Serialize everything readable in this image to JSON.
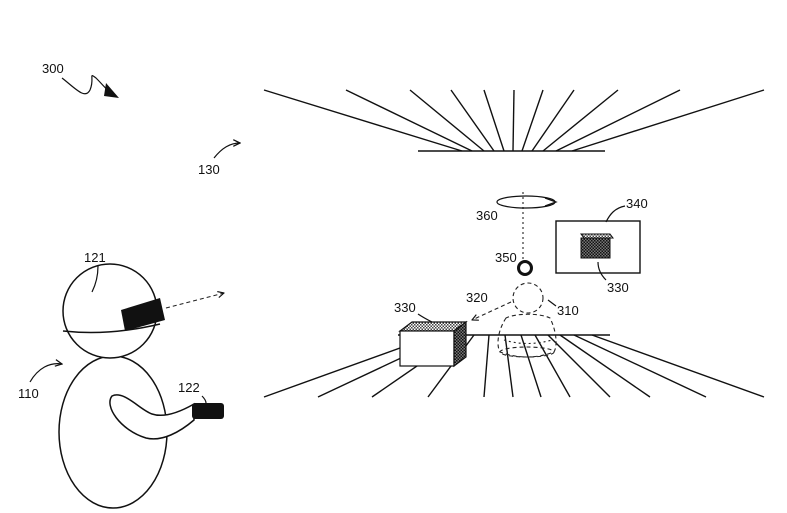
{
  "labels": {
    "fig_ref": "300",
    "environment": "130",
    "user": "110",
    "headset": "121",
    "controller": "122",
    "rotation": "360",
    "anchor": "350",
    "avatar_direction": "320",
    "avatar": "310",
    "panel": "340",
    "object_left": "330",
    "object_panel": "330"
  },
  "colors": {
    "ink": "#111111",
    "background": "#ffffff",
    "device": "#111111"
  },
  "icons": {
    "headset": "vr-headset-icon",
    "controller": "controller-icon",
    "anchor": "ring-icon"
  }
}
